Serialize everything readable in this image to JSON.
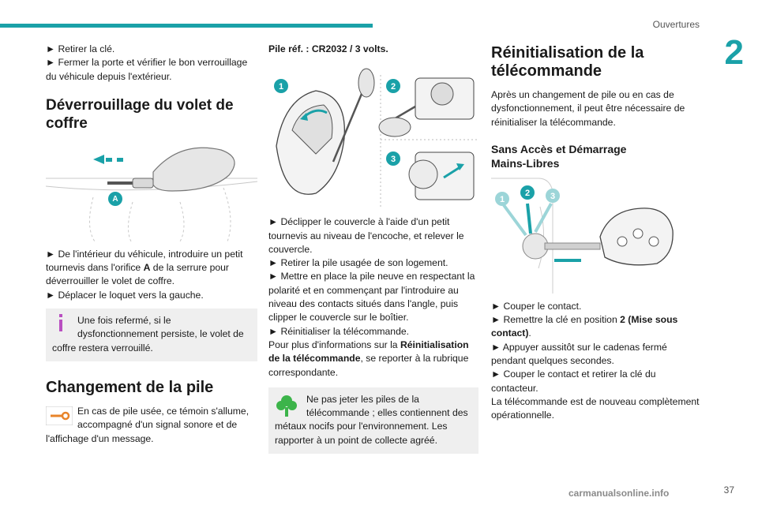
{
  "header": {
    "section": "Ouvertures",
    "chapter": "2"
  },
  "col1": {
    "p1": "► Retirer la clé.",
    "p2": "► Fermer la porte et vérifier le bon verrouillage du véhicule depuis l'extérieur.",
    "h_tailgate": "Déverrouillage du volet de coffre",
    "fig_label_a": "A",
    "p3_a": "► De l'intérieur du véhicule, introduire un petit tournevis dans l'orifice ",
    "p3_b": "A",
    "p3_c": " de la serrure pour déverrouiller le volet de coffre.",
    "p4": "► Déplacer le loquet vers la gauche.",
    "note1": "Une fois refermé, si le dysfonctionnement persiste, le volet de coffre restera verrouillé.",
    "h_battery": "Changement de la pile",
    "warn": "En cas de pile usée, ce témoin s'allume, accompagné d'un signal sonore et de l'affichage d'un message."
  },
  "col2": {
    "ref": "Pile réf. : CR2032 / 3 volts.",
    "step1": "1",
    "step2": "2",
    "step3": "3",
    "p1": "► Déclipper le couvercle à l'aide d'un petit tournevis au niveau de l'encoche, et relever le couvercle.",
    "p2": "► Retirer la pile usagée de son logement.",
    "p3": "► Mettre en place la pile neuve en respectant la polarité et en commençant par l'introduire au niveau des contacts situés dans l'angle, puis clipper le couvercle sur le boîtier.",
    "p4": "► Réinitialiser la télécommande.",
    "p5_a": "Pour plus d'informations sur la ",
    "p5_b": "Réinitialisation de la télécommande",
    "p5_c": ", se reporter à la rubrique correspondante.",
    "note_env": "Ne pas jeter les piles de la télécommande ; elles contiennent des métaux nocifs pour l'environnement. Les rapporter à un point de collecte agréé."
  },
  "col3": {
    "h_reset": "Réinitialisation de la télécommande",
    "intro": "Après un changement de pile ou en cas de dysfonctionnement, il peut être nécessaire de réinitialiser la télécommande.",
    "h_sub": "Sans Accès et Démarrage Mains-Libres",
    "step1": "1",
    "step2": "2",
    "step3": "3",
    "p1": "► Couper le contact.",
    "p2_a": "► Remettre la clé en position ",
    "p2_b": "2 (Mise sous contact)",
    "p2_c": ".",
    "p3": "► Appuyer aussitôt sur le cadenas fermé pendant quelques secondes.",
    "p4": "► Couper le contact et retirer la clé du contacteur.",
    "p5": "La télécommande est de nouveau complètement opérationnelle."
  },
  "footer": {
    "page": "37",
    "watermark": "carmanualsonline.info"
  },
  "colors": {
    "accent": "#1aa1a8",
    "note_bg": "#efefef",
    "info_icon": "#b94fc1",
    "eco_icon": "#3cb44a",
    "warn_icon": "#e8842a"
  }
}
